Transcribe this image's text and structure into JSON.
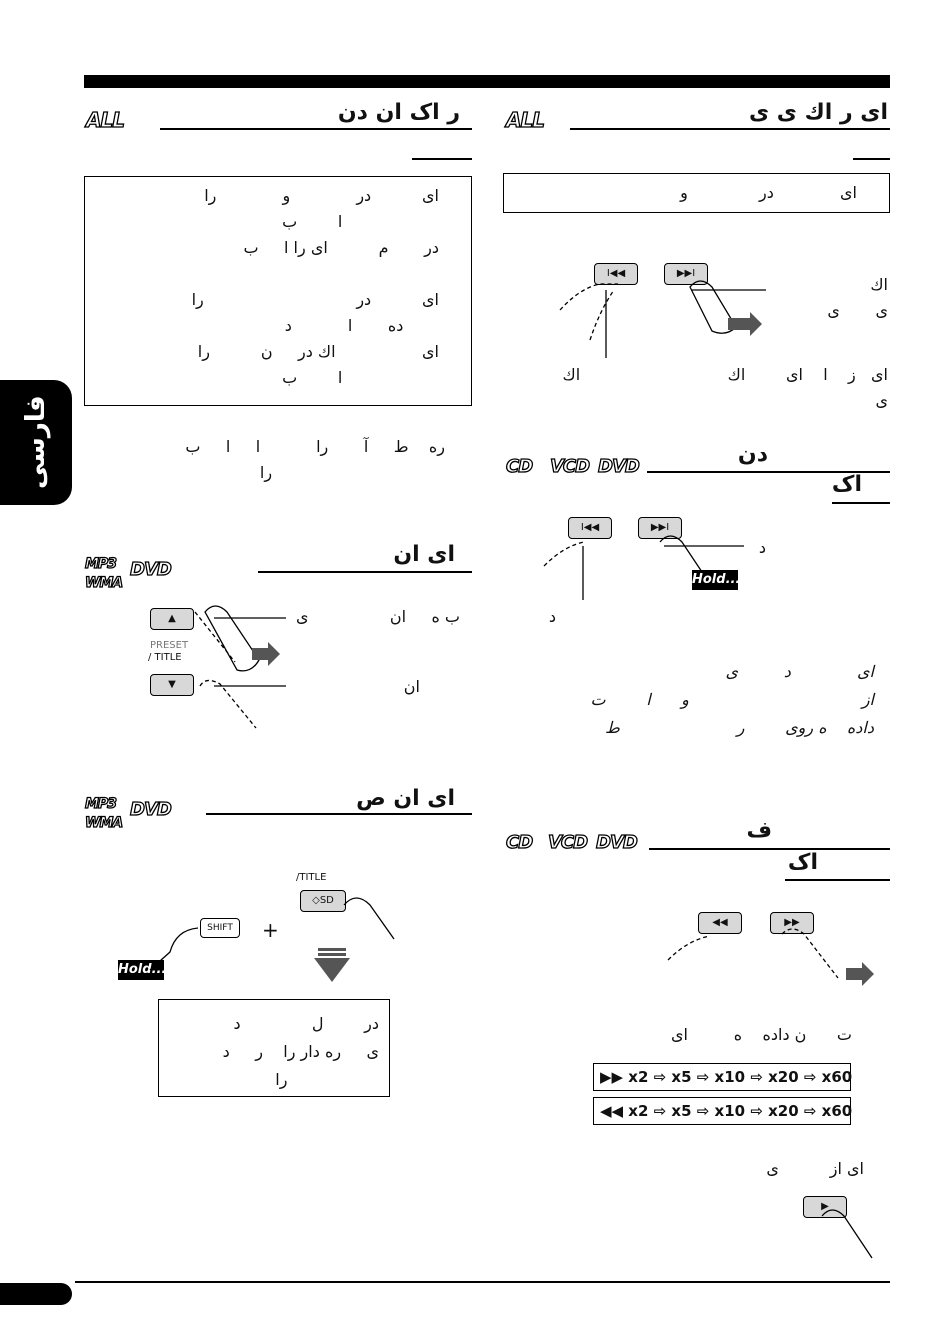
{
  "side_tab": "فارسی",
  "badges": {
    "all": "ALL",
    "mp3": "MP3",
    "wma": "WMA",
    "dvd": "DVD",
    "cd": "CD",
    "vcd": "VCD"
  },
  "buttons": {
    "prev": "I◀◀",
    "next": "▶▶I",
    "up": "▲",
    "down": "▼",
    "preset": "PRESET",
    "title": "/ TITLE",
    "shift": "SHIFT",
    "title2": "/TITLE",
    "osd": "◇SD",
    "rew": "◀◀",
    "ffw": "▶▶",
    "play": "▶",
    "hold": "Hold....",
    "plus": "+"
  },
  "left": {
    "sec1_title": "ر     اک            ان    دن",
    "sec1_box": "ای          در             و             را\n                   ا        ب\nدر       م          ای را ا     ب\n\nای          در                              را\n       ده       ا           د\nای                 اك در     ن          را\n                   ا        ب",
    "sec1_note": "ره    ط     آ       را           ا     ا     ب\n                                  را",
    "sec2_title": "ای                ان",
    "sec2_up": "ب ه     ان                ی",
    "sec2_down": "ان",
    "sec3_title": "ای                ان              ص",
    "sec3_box": "در        ل              د\nی     ره دار را    ر     د\n                  را"
  },
  "right": {
    "sec1_title": "ای ر                     اك       ی      ی",
    "sec1_box": "ای             در              و",
    "sec1_label_right": "اك\nی       ی",
    "sec1_label_bottom": "ای   ز    ا    ای        اك                             اك\nی",
    "sec2_title": "دن",
    "sec2_sub": "اک",
    "sec2_label_right": "د",
    "sec2_label_bottom": "د",
    "sec2_para": "ای             د         ی\nاز                                  و      ا        ت\nداده    ه روی        ر                       ط",
    "sec3_title": "ف",
    "sec3_sub": "اک",
    "sec3_label": "ت      ن داده    ه         ای",
    "speed_fwd": "▶▶  x2 ⇨ x5 ⇨ x10 ⇨ x20 ⇨ x60",
    "speed_rev": "◀◀  x2 ⇨ x5 ⇨ x10 ⇨ x20 ⇨ x60",
    "sec3_resume": "ای از          ی"
  }
}
